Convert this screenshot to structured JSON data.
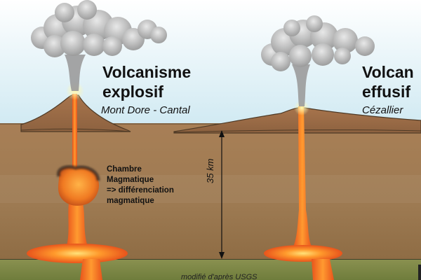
{
  "left_volcano": {
    "title_line1": "Volcanisme",
    "title_line2": "explosif",
    "location": "Mont Dore - Cantal"
  },
  "right_volcano": {
    "title_line1": "Volcan",
    "title_line2": "effusif",
    "location": "Cézallier"
  },
  "chamber_note": {
    "line1": "Chambre",
    "line2": "Magmatique",
    "line3": "=> différenciation",
    "line4": "magmatique"
  },
  "depth_label": "35 km",
  "caption": "modifié d'après USGS",
  "colors": {
    "sky": "#d6eef5",
    "crust": "#a07a52",
    "mantle": "#7d8845",
    "magma": "#f08a2a",
    "lava_core": "#ffd24a",
    "ash": "#b8b8b8"
  }
}
